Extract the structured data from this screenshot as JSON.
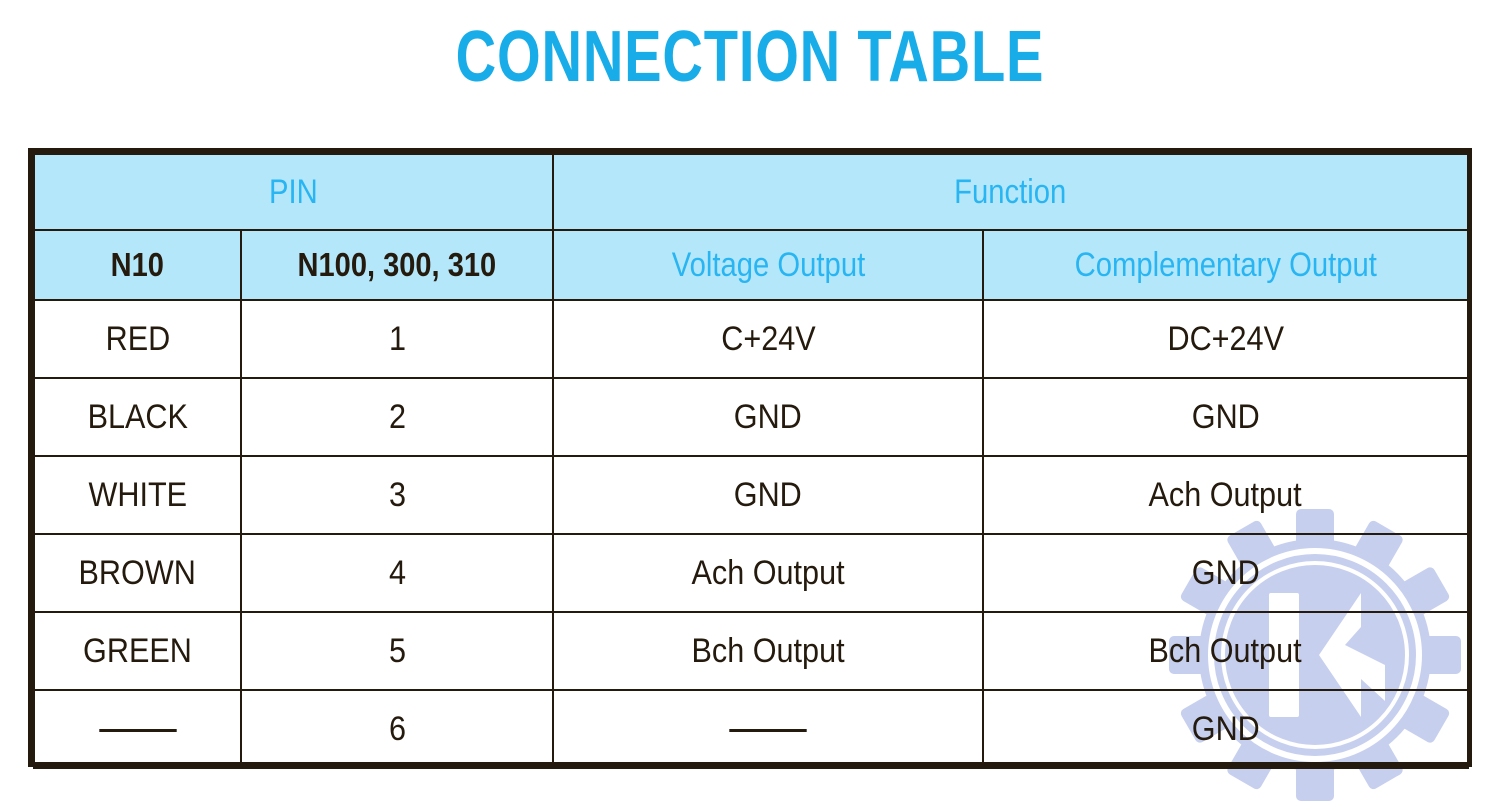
{
  "title": "CONNECTION TABLE",
  "colors": {
    "accent_cyan": "#29b5f2",
    "title_cyan": "#18ade9",
    "header_fill": "#b5e7fb",
    "border_dark": "#241a0d",
    "text_dark": "#241a0d",
    "watermark": "#c6cfee"
  },
  "table": {
    "group_headers": {
      "pin": "PIN",
      "function": "Function"
    },
    "column_headers": {
      "n10": "N10",
      "n100": "N100, 300, 310",
      "voltage_output": "Voltage Output",
      "complementary_output": "Complementary Output"
    },
    "rows": [
      {
        "n10": "RED",
        "pin": "1",
        "voltage": "C+24V",
        "complementary": "DC+24V"
      },
      {
        "n10": "BLACK",
        "pin": "2",
        "voltage": "GND",
        "complementary": "GND"
      },
      {
        "n10": "WHITE",
        "pin": "3",
        "voltage": "GND",
        "complementary": "Ach Output"
      },
      {
        "n10": "BROWN",
        "pin": "4",
        "voltage": "Ach Output",
        "complementary": "GND"
      },
      {
        "n10": "GREEN",
        "pin": "5",
        "voltage": "Bch Output",
        "complementary": "Bch Output"
      },
      {
        "n10": "—",
        "pin": "6",
        "voltage": "—",
        "complementary": "GND"
      }
    ]
  },
  "watermark": {
    "logo_letter": "K",
    "shape": "gear-cog-with-k-and-arrow"
  }
}
